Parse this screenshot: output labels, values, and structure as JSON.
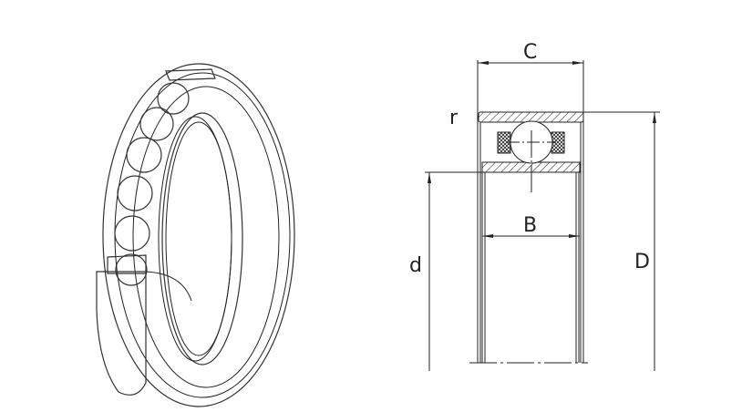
{
  "drawing": {
    "labels": {
      "width_outer": "C",
      "fillet_radius": "r",
      "width_inner": "B",
      "bore_diameter": "d",
      "outer_diameter": "D"
    },
    "colors": {
      "line": "#222222",
      "background": "#ffffff"
    }
  }
}
